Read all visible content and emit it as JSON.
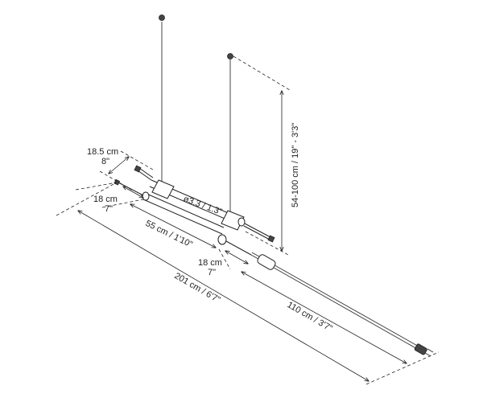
{
  "dimensions": {
    "width_top": "18.5 cm",
    "width_top_imperial": "8\"",
    "end_left": "18 cm",
    "end_left_imperial": "7\"",
    "diameter": "ø3.3 / 1.3\"",
    "body_length": "55 cm / 1'10\"",
    "end_right": "18 cm",
    "end_right_imperial": "7\"",
    "total_length": "201 cm / 6'7\"",
    "cable_length": "110 cm / 3'7\"",
    "suspension_height": "54-100 cm / 19\" - 3'3\""
  },
  "colors": {
    "line": "#222222"
  }
}
